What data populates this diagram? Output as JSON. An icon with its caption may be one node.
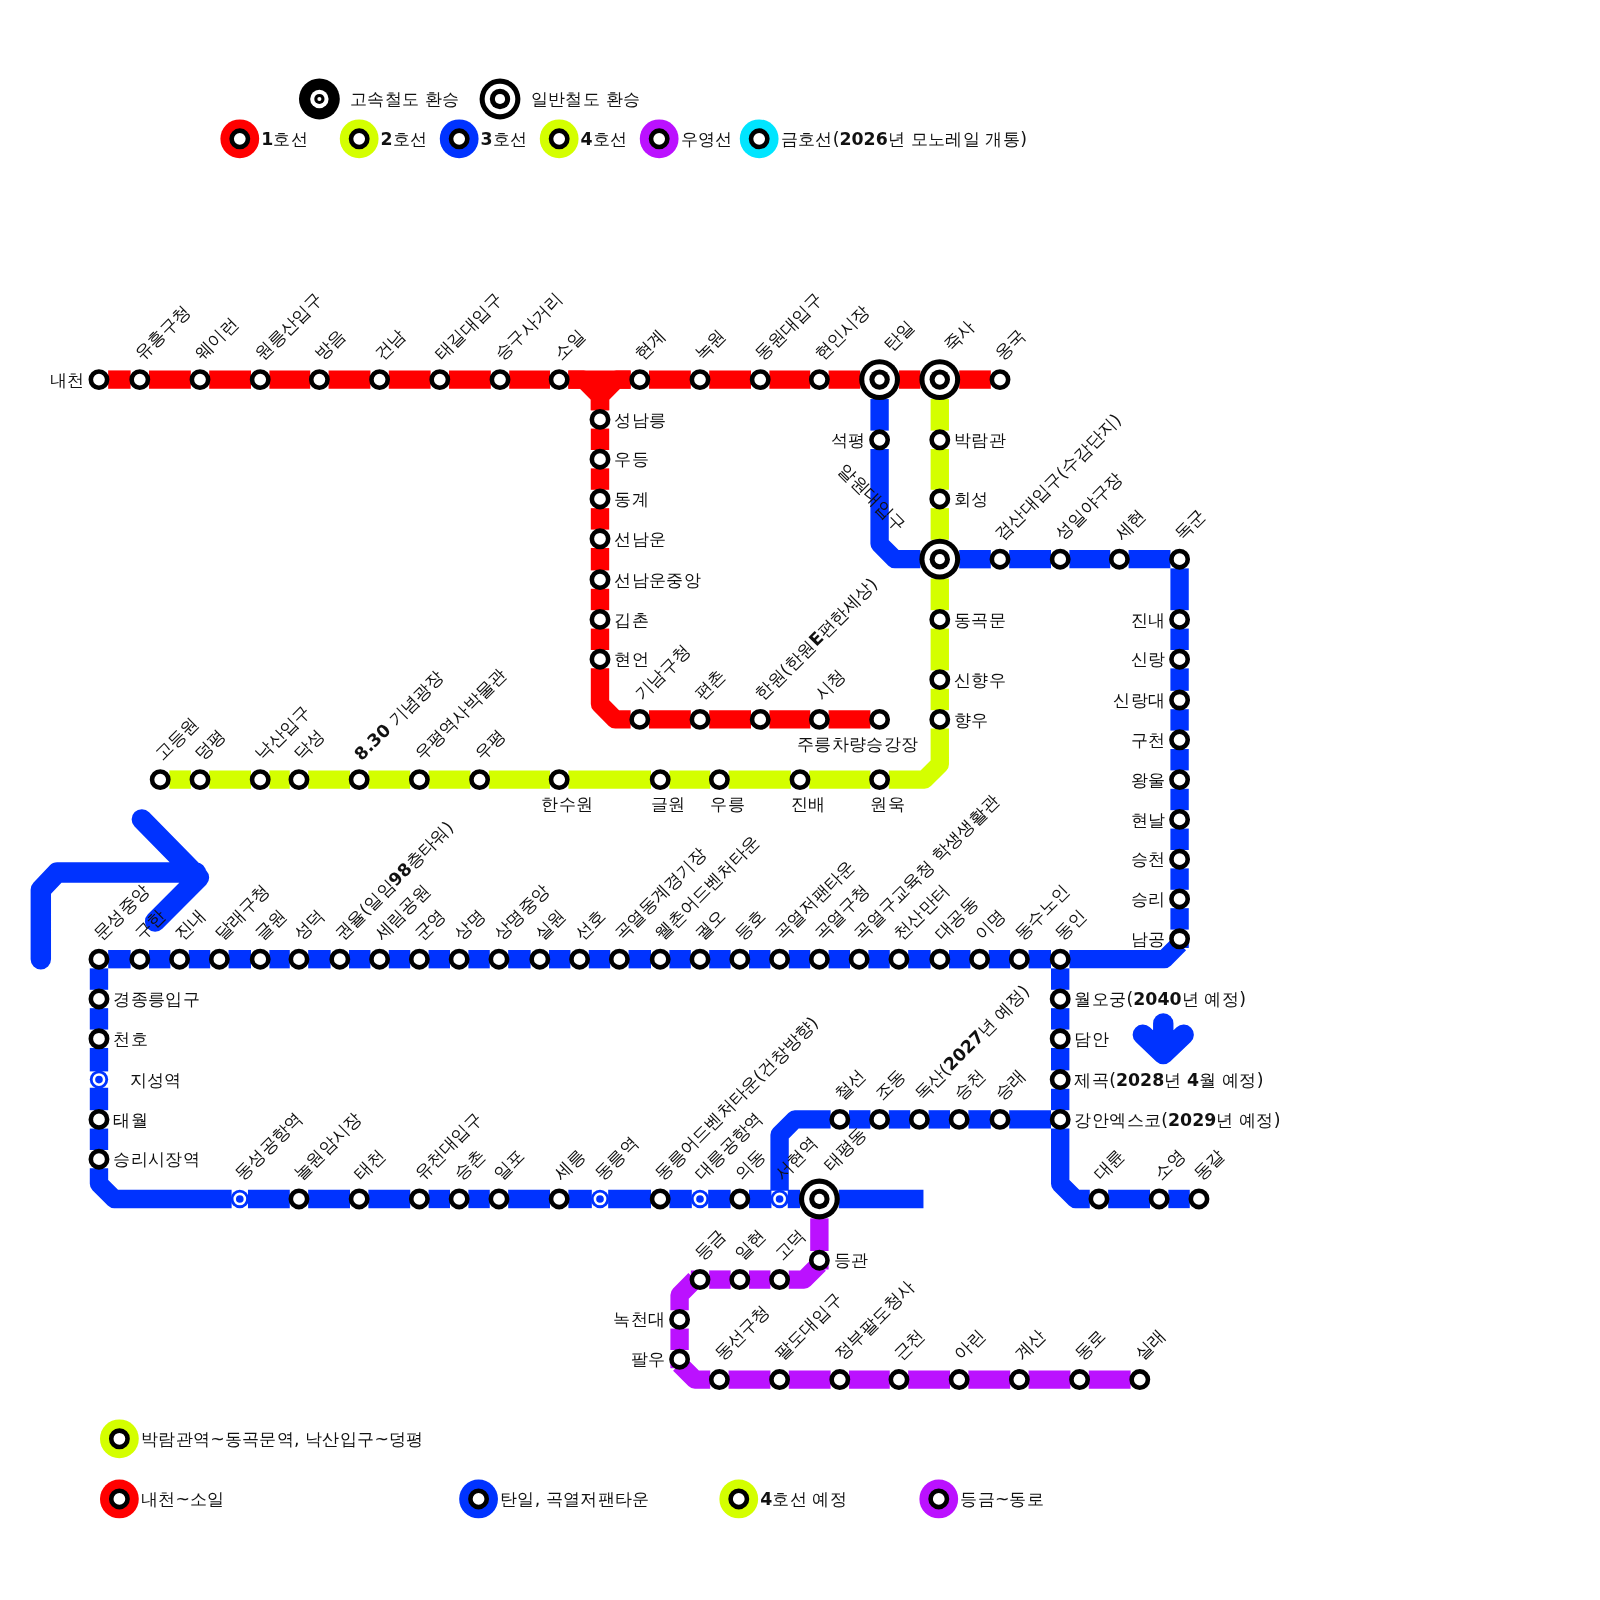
{
  "diagram": {
    "nodes": [
      {
        "text": [
          "내천"
        ]
      },
      {
        "text": [
          "유흥구청"
        ]
      },
      {
        "text": [
          "웨이런"
        ]
      },
      {
        "text": [
          "원릉산입구"
        ]
      },
      {
        "text": [
          "방음"
        ]
      },
      {
        "text": [
          "건남"
        ]
      },
      {
        "text": [
          "태길대입구"
        ]
      },
      {
        "text": [
          "승구사거리"
        ]
      },
      {
        "text": [
          "소일"
        ]
      },
      {
        "text": [
          "현계"
        ]
      },
      {
        "text": [
          "녹원"
        ]
      },
      {
        "text": [
          "동원대입구"
        ]
      },
      {
        "text": [
          "현인시장"
        ]
      },
      {
        "text": [
          "탄일"
        ]
      },
      {
        "text": [
          "죽사"
        ]
      },
      {
        "text": [
          "옹국"
        ]
      },
      {
        "text": [
          "석평"
        ]
      },
      {
        "text": [
          "박람관"
        ]
      },
      {
        "text": [
          "성남릉"
        ]
      },
      {
        "text": [
          "우등"
        ]
      },
      {
        "text": [
          "동계"
        ]
      },
      {
        "text": [
          "선남운"
        ]
      },
      {
        "text": [
          "선남운중앙"
        ]
      },
      {
        "text": [
          "깁촌"
        ]
      },
      {
        "text": [
          "현언"
        ]
      },
      {
        "text": [
          "회성"
        ]
      },
      {
        "text": [
          "알원대입구"
        ]
      },
      {
        "text": [
          "검산대입구(수감단지)"
        ]
      },
      {
        "text": [
          "성일야구장"
        ]
      },
      {
        "text": [
          "세현"
        ]
      },
      {
        "text": [
          "독군"
        ]
      },
      {
        "text": [
          "동곡문"
        ]
      },
      {
        "text": [
          "진내"
        ]
      },
      {
        "text": [
          "신향우"
        ]
      },
      {
        "text": [
          "신랑"
        ]
      },
      {
        "text": [
          "기남구청"
        ]
      },
      {
        "text": [
          "편촌"
        ]
      },
      {
        "text": [
          "한원(한원**E**편한세상)"
        ]
      },
      {
        "text": [
          "시청"
        ]
      },
      {
        "text": [
          "주릉차량승강장"
        ]
      },
      {
        "text": [
          "향우"
        ]
      },
      {
        "text": [
          "신랑대"
        ]
      },
      {
        "text": [
          "구천"
        ]
      },
      {
        "text": [
          "고등원"
        ]
      },
      {
        "text": [
          "덩평"
        ]
      },
      {
        "text": [
          "낙산입구"
        ]
      },
      {
        "text": [
          "닥성"
        ]
      },
      {
        "text": [
          "**8.30** 기념광장"
        ]
      },
      {
        "text": [
          "우평역사박물관"
        ]
      },
      {
        "text": [
          "우평"
        ]
      },
      {
        "text": [
          "한수원"
        ]
      },
      {
        "text": [
          "글원"
        ]
      },
      {
        "text": [
          "우릉"
        ]
      },
      {
        "text": [
          "진배"
        ]
      },
      {
        "text": [
          "원욱"
        ]
      },
      {
        "text": [
          "왕울"
        ]
      },
      {
        "text": [
          "현날"
        ]
      },
      {
        "text": [
          "승천"
        ]
      },
      {
        "text": [
          "승리"
        ]
      },
      {
        "text": [
          "남공"
        ]
      },
      {
        "text": [
          "문성중앙"
        ]
      },
      {
        "text": [
          "구한"
        ]
      },
      {
        "text": [
          "진내"
        ]
      },
      {
        "text": [
          "달래구청"
        ]
      },
      {
        "text": [
          "글원"
        ]
      },
      {
        "text": [
          "성덕"
        ]
      },
      {
        "text": [
          "권율(일임**98**층타워)"
        ]
      },
      {
        "text": [
          "세림공원"
        ]
      },
      {
        "text": [
          "군영"
        ]
      },
      {
        "text": [
          "상명"
        ]
      },
      {
        "text": [
          "상명중앙"
        ]
      },
      {
        "text": [
          "실원"
        ]
      },
      {
        "text": [
          "선호"
        ]
      },
      {
        "text": [
          "곡열동계경기장"
        ]
      },
      {
        "text": [
          "웰촌어드벤처타운"
        ]
      },
      {
        "text": [
          "궐오"
        ]
      },
      {
        "text": [
          "등호"
        ]
      },
      {
        "text": [
          "곡열저팬타운"
        ]
      },
      {
        "text": [
          "곡열구청"
        ]
      },
      {
        "text": [
          "곡열구교육청 학생생활관"
        ]
      },
      {
        "text": [
          "천산만터"
        ]
      },
      {
        "text": [
          "대공동"
        ]
      },
      {
        "text": [
          "이명"
        ]
      },
      {
        "text": [
          "동수노인"
        ]
      },
      {
        "text": [
          "동인"
        ]
      },
      {
        "text": [
          "경종릉입구"
        ]
      },
      {
        "text": [
          "월오궁(**2040**년 예정)"
        ]
      },
      {
        "text": [
          "천호"
        ]
      },
      {
        "text": [
          "담안"
        ]
      },
      {
        "text": [
          "지성역"
        ]
      },
      {
        "text": [
          "제곡(**2028**년 **4**월 예정)"
        ]
      },
      {
        "text": [
          "철선"
        ]
      },
      {
        "text": [
          "조동"
        ]
      },
      {
        "text": [
          "독산(**2027**년 예정)"
        ]
      },
      {
        "text": [
          "승천"
        ]
      },
      {
        "text": [
          "승래"
        ]
      },
      {
        "text": [
          "태월"
        ]
      },
      {
        "text": [
          "강안엑스코(**2029**년 예정)"
        ]
      },
      {
        "text": [
          "승리시장역"
        ]
      },
      {
        "text": [
          "동성공항역"
        ]
      },
      {
        "text": [
          "놀원암시장"
        ]
      },
      {
        "text": [
          "태천"
        ]
      },
      {
        "text": [
          "유천대입구"
        ]
      },
      {
        "text": [
          "승촌"
        ]
      },
      {
        "text": [
          "일포"
        ]
      },
      {
        "text": [
          "세릉"
        ]
      },
      {
        "text": [
          "동릉역"
        ]
      },
      {
        "text": [
          "동릉어드벤처타운(건창방향)"
        ]
      },
      {
        "text": [
          "대릉공항역"
        ]
      },
      {
        "text": [
          "의동"
        ]
      },
      {
        "text": [
          "서현역"
        ]
      },
      {
        "text": [
          "태평동"
        ]
      },
      {
        "text": [
          "대륜"
        ]
      },
      {
        "text": [
          "소영"
        ]
      },
      {
        "text": [
          "동갈"
        ]
      },
      {
        "text": [
          "등관"
        ]
      },
      {
        "text": [
          "등금"
        ]
      },
      {
        "text": [
          "일현"
        ]
      },
      {
        "text": [
          "고덕"
        ]
      },
      {
        "text": [
          "녹천대"
        ]
      },
      {
        "text": [
          "팔우"
        ]
      },
      {
        "text": [
          "동선구청"
        ]
      },
      {
        "text": [
          "팔도대입구"
        ]
      },
      {
        "text": [
          "정부팔도청사"
        ]
      },
      {
        "text": [
          "근천"
        ]
      },
      {
        "text": [
          "아린"
        ]
      },
      {
        "text": [
          "계산"
        ]
      },
      {
        "text": [
          "동로"
        ]
      },
      {
        "text": [
          "실래"
        ]
      },
      {
        "text": [],
        "shape": "circle"
      }
    ],
    "edges": [
      {
        "from": 0,
        "to": 1,
        "arrow": "none",
        "color": "#ff0000"
      },
      {
        "from": 1,
        "to": 2,
        "arrow": "none",
        "color": "#ff0000"
      },
      {
        "from": 2,
        "to": 3,
        "arrow": "none",
        "color": "#ff0000"
      },
      {
        "from": 3,
        "to": 4,
        "arrow": "none",
        "color": "#ff0000"
      },
      {
        "from": 4,
        "to": 5,
        "arrow": "none",
        "color": "#ff0000"
      },
      {
        "from": 5,
        "to": 6,
        "arrow": "none",
        "color": "#ff0000"
      },
      {
        "from": 6,
        "to": 7,
        "arrow": "none",
        "color": "#ff0000"
      },
      {
        "from": 7,
        "to": 8,
        "arrow": "none",
        "color": "#ff0000"
      },
      {
        "from": 8,
        "to": 9,
        "arrow": "none",
        "color": "#ff0000"
      },
      {
        "from": 9,
        "to": 10,
        "arrow": "none",
        "color": "#ff0000"
      },
      {
        "from": 10,
        "to": 11,
        "arrow": "none",
        "color": "#ff0000"
      },
      {
        "from": 11,
        "to": 12,
        "arrow": "none",
        "color": "#ff0000"
      },
      {
        "from": 12,
        "to": 13,
        "arrow": "none",
        "color": "#ff0000"
      },
      {
        "from": 13,
        "to": 14,
        "arrow": "none",
        "color": "#ff0000"
      },
      {
        "from": 14,
        "to": 15,
        "arrow": "none",
        "color": "#ff0000"
      },
      {
        "from": 8,
        "to": 18,
        "arrow": "none",
        "color": "#ff0000"
      },
      {
        "from": 9,
        "to": 18,
        "arrow": "none",
        "color": "#ff0000"
      },
      {
        "from": 18,
        "to": 19,
        "arrow": "none",
        "color": "#ff0000"
      },
      {
        "from": 19,
        "to": 20,
        "arrow": "none",
        "color": "#ff0000"
      },
      {
        "from": 20,
        "to": 21,
        "arrow": "none",
        "color": "#ff0000"
      },
      {
        "from": 21,
        "to": 22,
        "arrow": "none",
        "color": "#ff0000"
      },
      {
        "from": 22,
        "to": 23,
        "arrow": "none",
        "color": "#ff0000"
      },
      {
        "from": 23,
        "to": 24,
        "arrow": "none",
        "color": "#ff0000"
      },
      {
        "from": 24,
        "to": 35,
        "arrow": "none",
        "color": "#ff0000"
      },
      {
        "from": 35,
        "to": 36,
        "arrow": "none",
        "color": "#ff0000"
      },
      {
        "from": 36,
        "to": 37,
        "arrow": "none",
        "color": "#ff0000"
      },
      {
        "from": 37,
        "to": 38,
        "arrow": "none",
        "color": "#ff0000"
      },
      {
        "from": 38,
        "to": 39,
        "arrow": "none",
        "color": "#ff0000"
      },
      {
        "from": 14,
        "to": 17,
        "arrow": "none",
        "color": "#d4ff00"
      },
      {
        "from": 17,
        "to": 25,
        "arrow": "none",
        "color": "#d4ff00"
      },
      {
        "from": 25,
        "to": 129,
        "arrow": "none",
        "color": "#d4ff00"
      },
      {
        "from": 129,
        "to": 31,
        "arrow": "none",
        "color": "#d4ff00"
      },
      {
        "from": 31,
        "to": 33,
        "arrow": "none",
        "color": "#d4ff00"
      },
      {
        "from": 33,
        "to": 40,
        "arrow": "none",
        "color": "#d4ff00"
      },
      {
        "from": 40,
        "to": 54,
        "arrow": "none",
        "color": "#d4ff00"
      },
      {
        "from": 54,
        "to": 53,
        "arrow": "none",
        "color": "#d4ff00"
      },
      {
        "from": 53,
        "to": 52,
        "arrow": "none",
        "color": "#d4ff00"
      },
      {
        "from": 52,
        "to": 51,
        "arrow": "none",
        "color": "#d4ff00"
      },
      {
        "from": 51,
        "to": 50,
        "arrow": "none",
        "color": "#d4ff00"
      },
      {
        "from": 50,
        "to": 49,
        "arrow": "none",
        "color": "#d4ff00"
      },
      {
        "from": 49,
        "to": 48,
        "arrow": "none",
        "color": "#d4ff00"
      },
      {
        "from": 48,
        "to": 47,
        "arrow": "none",
        "color": "#d4ff00"
      },
      {
        "from": 47,
        "to": 46,
        "arrow": "none",
        "color": "#d4ff00"
      },
      {
        "from": 46,
        "to": 45,
        "arrow": "none",
        "color": "#d4ff00"
      },
      {
        "from": 45,
        "to": 44,
        "arrow": "none",
        "color": "#d4ff00"
      },
      {
        "from": 44,
        "to": 43,
        "arrow": "none",
        "color": "#d4ff00"
      },
      {
        "from": 13,
        "to": 16,
        "arrow": "none"
      },
      {
        "from": 16,
        "to": 129,
        "arrow": "none"
      },
      {
        "from": 129,
        "to": 27,
        "arrow": "none"
      },
      {
        "from": 27,
        "to": 28,
        "arrow": "none"
      },
      {
        "from": 28,
        "to": 29,
        "arrow": "none"
      },
      {
        "from": 29,
        "to": 30,
        "arrow": "none"
      },
      {
        "from": 30,
        "to": 32,
        "arrow": "none"
      },
      {
        "from": 32,
        "to": 34,
        "arrow": "none"
      },
      {
        "from": 34,
        "to": 41,
        "arrow": "none"
      },
      {
        "from": 41,
        "to": 42,
        "arrow": "none"
      },
      {
        "from": 42,
        "to": 55,
        "arrow": "none"
      },
      {
        "from": 55,
        "to": 56,
        "arrow": "none"
      },
      {
        "from": 56,
        "to": 57,
        "arrow": "none"
      },
      {
        "from": 57,
        "to": 58,
        "arrow": "none"
      },
      {
        "from": 58,
        "to": 59,
        "arrow": "none"
      },
      {
        "from": 59,
        "to": 84,
        "arrow": "none"
      },
      {
        "from": 84,
        "to": 83,
        "arrow": "none"
      },
      {
        "from": 83,
        "to": 82,
        "arrow": "none"
      },
      {
        "from": 82,
        "to": 81,
        "arrow": "none"
      },
      {
        "from": 81,
        "to": 80,
        "arrow": "none"
      },
      {
        "from": 80,
        "to": 79,
        "arrow": "none"
      },
      {
        "from": 79,
        "to": 78,
        "arrow": "none"
      },
      {
        "from": 78,
        "to": 77,
        "arrow": "none"
      },
      {
        "from": 77,
        "to": 76,
        "arrow": "none"
      },
      {
        "from": 76,
        "to": 75,
        "arrow": "none"
      },
      {
        "from": 75,
        "to": 74,
        "arrow": "none"
      },
      {
        "from": 74,
        "to": 73,
        "arrow": "none"
      },
      {
        "from": 73,
        "to": 72,
        "arrow": "none"
      },
      {
        "from": 72,
        "to": 71,
        "arrow": "none"
      },
      {
        "from": 71,
        "to": 70,
        "arrow": "none"
      },
      {
        "from": 70,
        "to": 69,
        "arrow": "none"
      },
      {
        "from": 69,
        "to": 68,
        "arrow": "none"
      },
      {
        "from": 68,
        "to": 67,
        "arrow": "none"
      },
      {
        "from": 67,
        "to": 66,
        "arrow": "none"
      },
      {
        "from": 66,
        "to": 65,
        "arrow": "none"
      },
      {
        "from": 65,
        "to": 64,
        "arrow": "none"
      },
      {
        "from": 64,
        "to": 63,
        "arrow": "none"
      },
      {
        "from": 63,
        "to": 62,
        "arrow": "none"
      },
      {
        "from": 62,
        "to": 61,
        "arrow": "none"
      },
      {
        "from": 61,
        "to": 60,
        "arrow": "none"
      },
      {
        "from": 60,
        "to": 85,
        "arrow": "none"
      },
      {
        "from": 85,
        "to": 87,
        "arrow": "none"
      },
      {
        "from": 87,
        "to": 89,
        "arrow": "none"
      },
      {
        "from": 89,
        "to": 96,
        "arrow": "none"
      },
      {
        "from": 96,
        "to": 98,
        "arrow": "none"
      },
      {
        "from": 98,
        "to": 99,
        "arrow": "none"
      },
      {
        "from": 99,
        "to": 100,
        "arrow": "none"
      },
      {
        "from": 100,
        "to": 101,
        "arrow": "none"
      },
      {
        "from": 101,
        "to": 102,
        "arrow": "none"
      },
      {
        "from": 102,
        "to": 103,
        "arrow": "none"
      },
      {
        "from": 103,
        "to": 104,
        "arrow": "none"
      },
      {
        "from": 104,
        "to": 105,
        "arrow": "none"
      },
      {
        "from": 105,
        "to": 106,
        "arrow": "none"
      },
      {
        "from": 106,
        "to": 107,
        "arrow": "none"
      },
      {
        "from": 107,
        "to": 108,
        "arrow": "none"
      },
      {
        "from": 108,
        "to": 109,
        "arrow": "none"
      },
      {
        "from": 109,
        "to": 110,
        "arrow": "none"
      },
      {
        "from": 110,
        "to": 111,
        "arrow": "none"
      },
      {
        "from": 111,
        "to": null,
        "arrow": "none"
      },
      {
        "from": 84,
        "to": 86,
        "arrow": "none"
      },
      {
        "from": 86,
        "to": 88,
        "arrow": "none"
      },
      {
        "from": 88,
        "to": 90,
        "arrow": "none"
      },
      {
        "from": 90,
        "to": 97,
        "arrow": "none"
      },
      {
        "from": 97,
        "to": 112,
        "arrow": "none"
      },
      {
        "from": 112,
        "to": 113,
        "arrow": "none"
      },
      {
        "from": 113,
        "to": 114,
        "arrow": "none"
      },
      {
        "from": 110,
        "to": 91,
        "arrow": "none"
      },
      {
        "from": 91,
        "to": 92,
        "arrow": "none"
      },
      {
        "from": 92,
        "to": 93,
        "arrow": "none"
      },
      {
        "from": 93,
        "to": 94,
        "arrow": "none"
      },
      {
        "from": 94,
        "to": 95,
        "arrow": "none"
      },
      {
        "from": 95,
        "to": 97,
        "arrow": "none"
      },
      {
        "from": 111,
        "to": 115,
        "arrow": "none",
        "color": "#bb11ff"
      },
      {
        "from": 115,
        "to": 118,
        "arrow": "none",
        "color": "#bb11ff"
      },
      {
        "from": 118,
        "to": 117,
        "arrow": "none",
        "color": "#bb11ff"
      },
      {
        "from": 117,
        "to": 116,
        "arrow": "none",
        "color": "#bb11ff"
      },
      {
        "from": 116,
        "to": 119,
        "arrow": "none",
        "color": "#bb11ff"
      },
      {
        "from": 119,
        "to": 120,
        "arrow": "none",
        "color": "#bb11ff"
      },
      {
        "from": 120,
        "to": 121,
        "arrow": "none",
        "color": "#bb11ff"
      },
      {
        "from": 121,
        "to": 122,
        "arrow": "none",
        "color": "#bb11ff"
      },
      {
        "from": 122,
        "to": 123,
        "arrow": "none",
        "color": "#bb11ff"
      },
      {
        "from": 123,
        "to": 124,
        "arrow": "none",
        "color": "#bb11ff"
      },
      {
        "from": 124,
        "to": 125,
        "arrow": "none",
        "color": "#bb11ff"
      },
      {
        "from": 125,
        "to": 126,
        "arrow": "none",
        "color": "#bb11ff"
      },
      {
        "from": 126,
        "to": 127,
        "arrow": "none",
        "color": "#bb11ff"
      },
      {
        "from": 127,
        "to": 128,
        "arrow": "none",
        "color": "#bb11ff"
      }
    ],
    "legend": [
      {
        "text": "고속철도 환승"
      },
      {
        "text": "일반철도 환승"
      },
      {
        "text": "**1**호선",
        "color": "#ff0000"
      },
      {
        "text": "**2**호선",
        "color": "#d4ff00"
      },
      {
        "text": "**3**호선",
        "color": "#0033ff"
      },
      {
        "text": "**4**호선",
        "color": "#d4ff00"
      },
      {
        "text": "우영선",
        "color": "#bb11ff"
      },
      {
        "text": "금호선(**2026**년 모노레일 개통)",
        "color": "#00e5ff"
      },
      {
        "text": "박람관역~동곡문역, 낙산입구~덩평",
        "color": "#d4ff00"
      },
      {
        "text": "내천~소일",
        "color": "#ff0000"
      },
      {
        "text": "탄일, 곡열저팬타운",
        "color": "#0033ff"
      },
      {
        "text": "**4**호선 예정",
        "color": "#d4ff00"
      },
      {
        "text": "등금~동로",
        "color": "#bb11ff"
      }
    ]
  }
}
